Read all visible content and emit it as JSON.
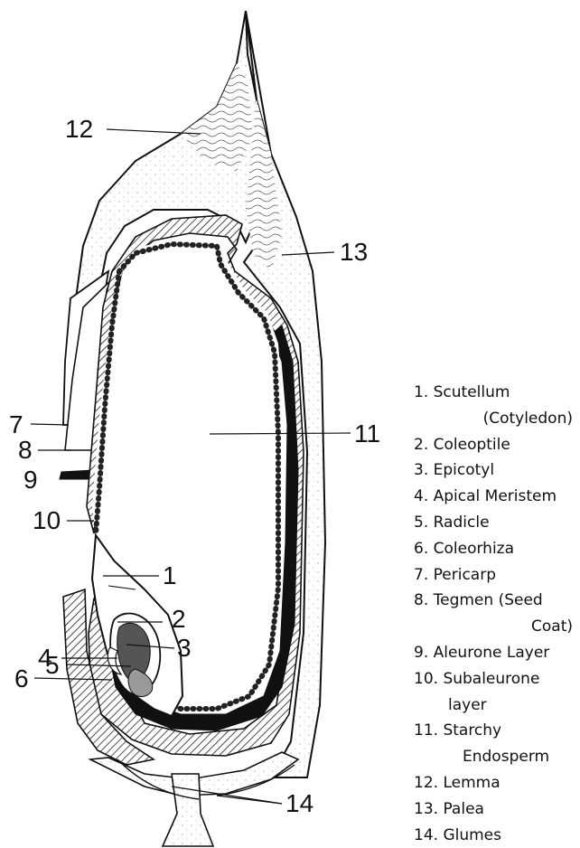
{
  "figure": {
    "callouts": [
      "1",
      "2",
      "3",
      "4",
      "5",
      "6",
      "7",
      "8",
      "9",
      "10",
      "11",
      "12",
      "13",
      "14"
    ]
  },
  "legend": {
    "items": [
      {
        "text": "1. Scutellum",
        "cont": "(Cotyledon)"
      },
      {
        "text": "2. Coleoptile"
      },
      {
        "text": "3. Epicotyl"
      },
      {
        "text": "4. Apical Meristem"
      },
      {
        "text": "5. Radicle"
      },
      {
        "text": "6. Coleorhiza"
      },
      {
        "text": "7. Pericarp"
      },
      {
        "text": "8. Tegmen (Seed",
        "cont": "Coat)"
      },
      {
        "text": "9. Aleurone Layer"
      },
      {
        "text": "10. Subaleurone",
        "cont": "layer"
      },
      {
        "text": "11. Starchy",
        "cont": "Endosperm"
      },
      {
        "text": "12. Lemma"
      },
      {
        "text": "13. Palea"
      },
      {
        "text": "14. Glumes"
      }
    ]
  }
}
